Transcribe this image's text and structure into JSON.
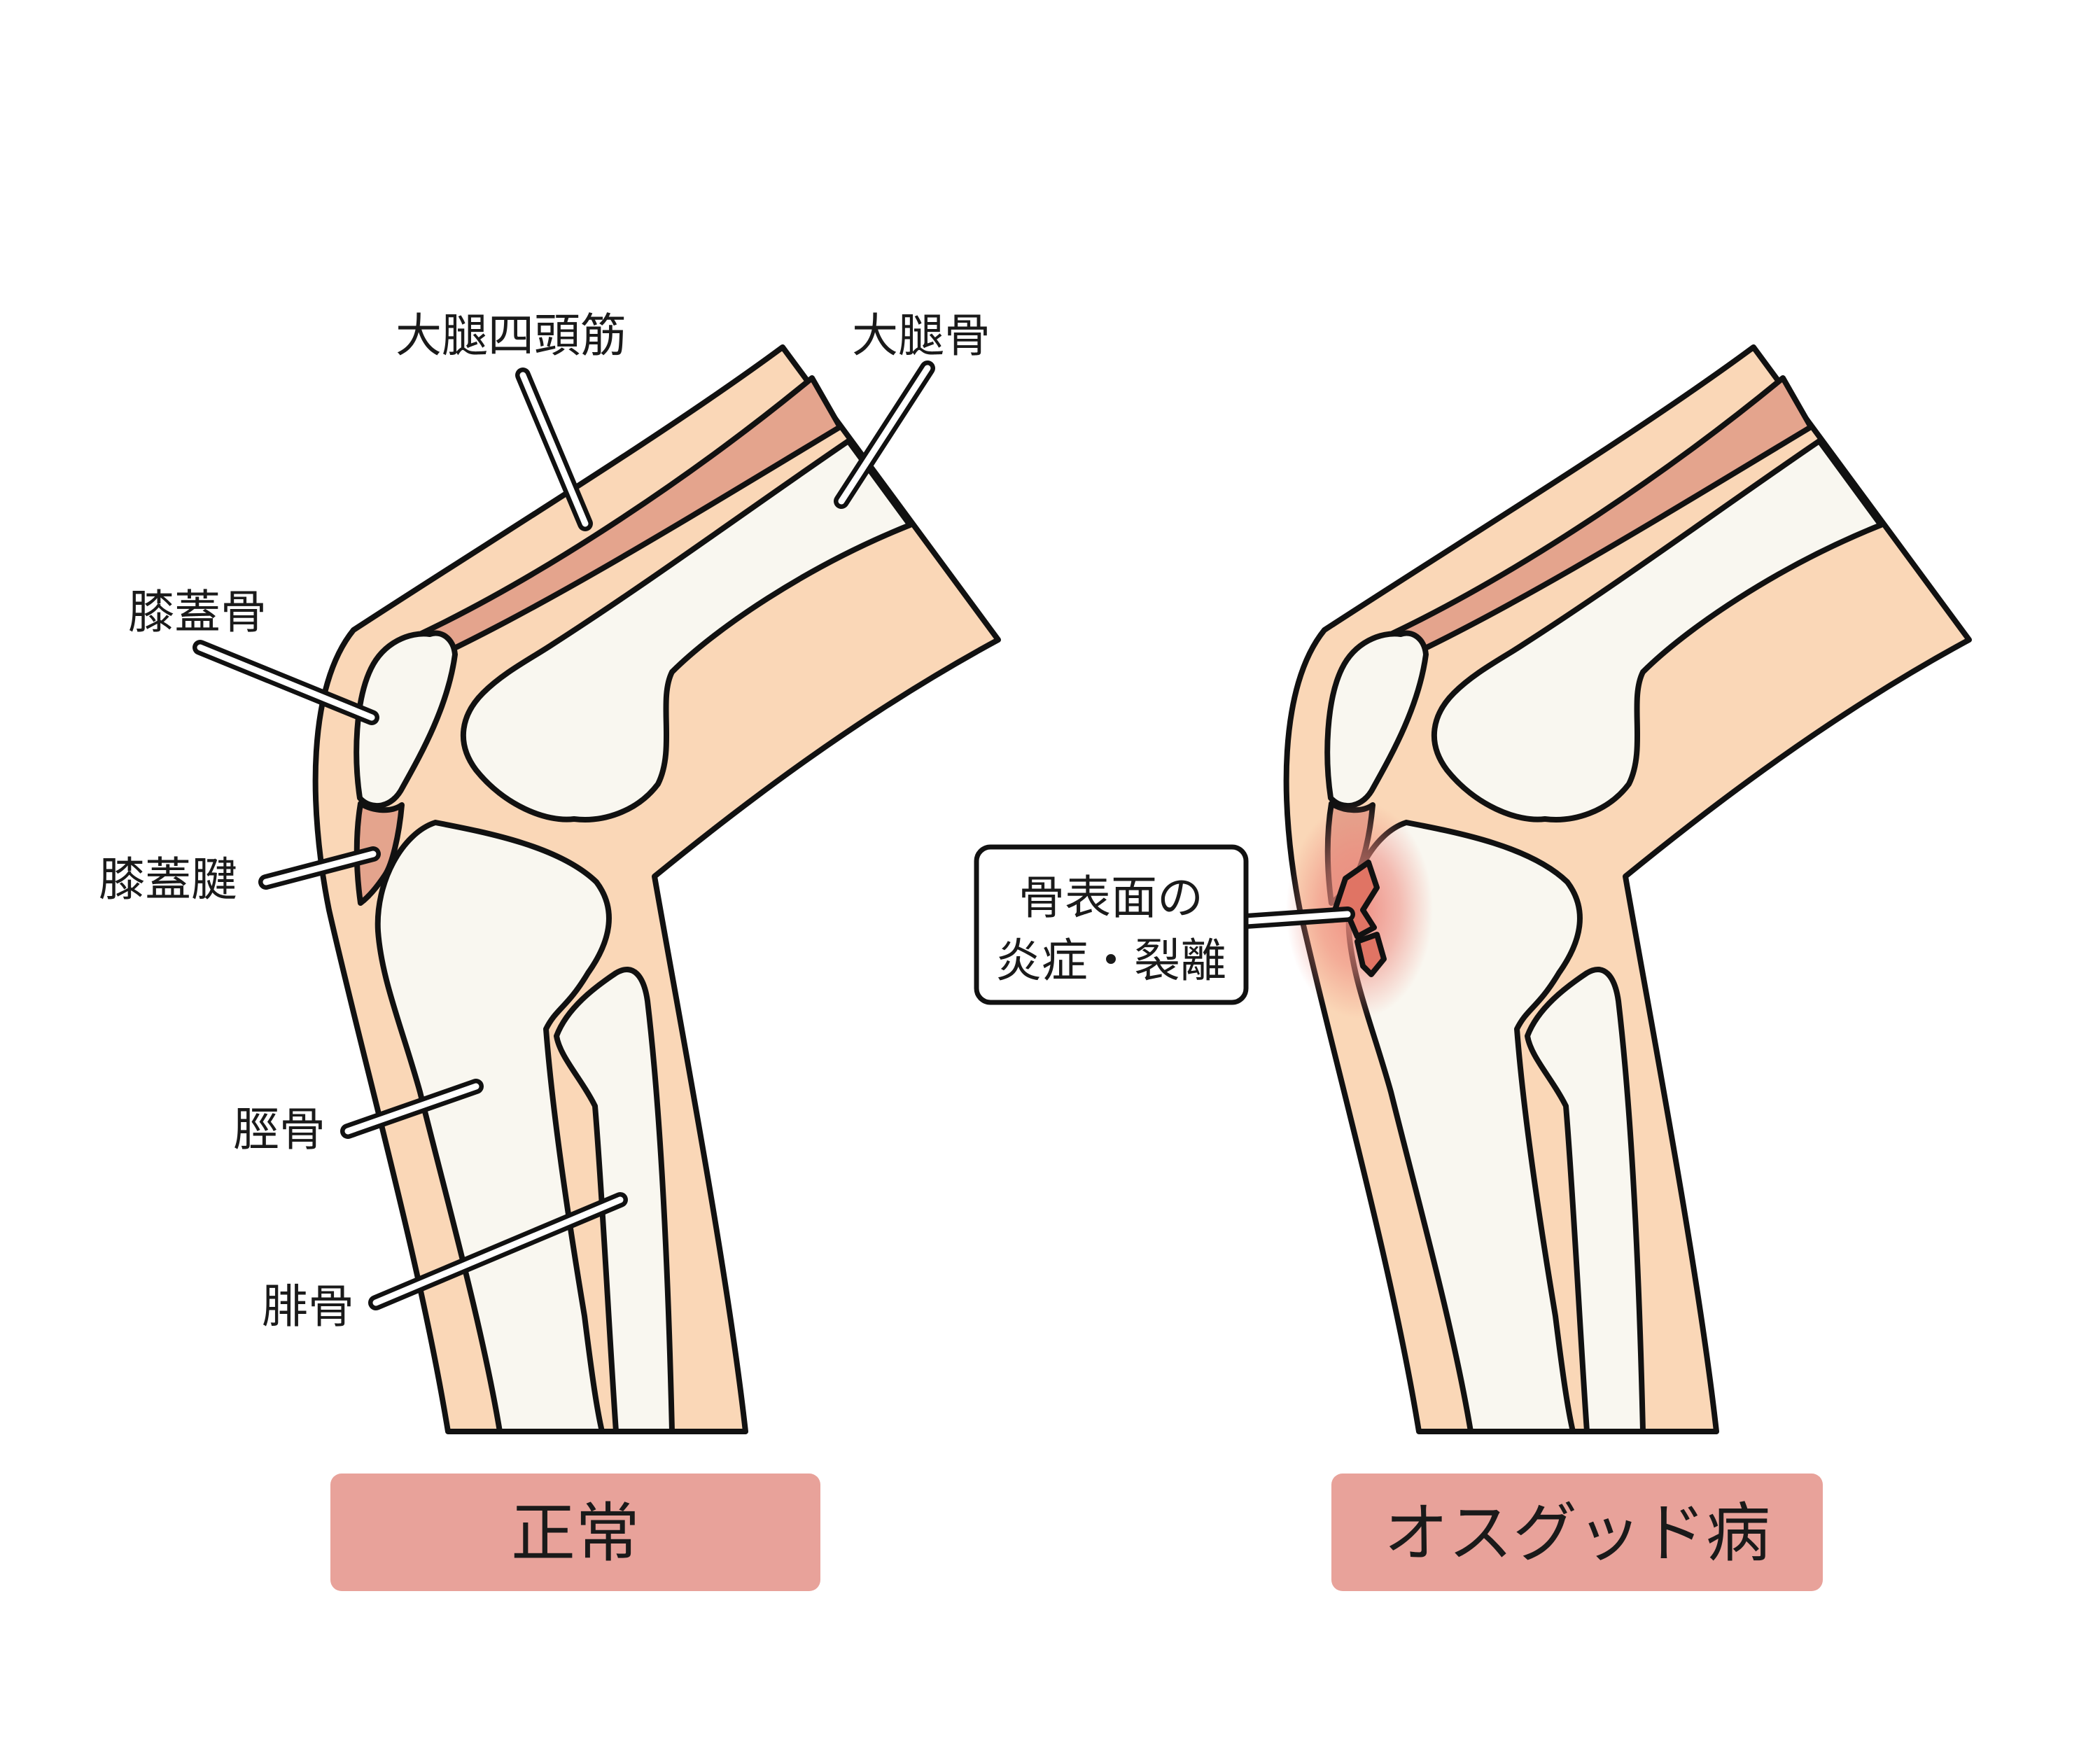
{
  "panels": {
    "normal": {
      "caption": "正常",
      "labels": {
        "quadriceps": "大腿四頭筋",
        "femur": "大腿骨",
        "patella": "膝蓋骨",
        "patellar_tendon": "膝蓋腱",
        "tibia": "脛骨",
        "fibula": "腓骨"
      }
    },
    "osgood": {
      "caption": "オスグッド病",
      "callout_line1": "骨表面の",
      "callout_line2": "炎症・裂離"
    }
  },
  "colors": {
    "skin": "#FAD7B7",
    "bone": "#F9F7F0",
    "muscle": "#E4A48D",
    "caption_bg": "#E8A29A",
    "inflammation": "#EE8A7E",
    "outline": "#111111"
  }
}
